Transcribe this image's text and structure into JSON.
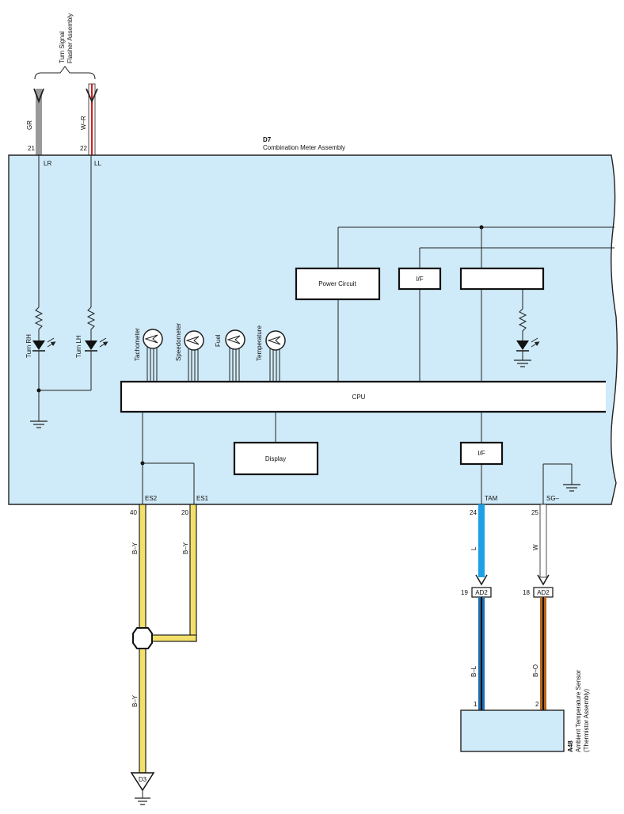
{
  "top_assembly": {
    "line1": "Turn Signal",
    "line2": "Flasher Assembly"
  },
  "wire_colors": {
    "gr": "GR",
    "wr": "W–R",
    "by": "B–Y",
    "l": "L",
    "w": "W",
    "bl": "B–L",
    "bo": "B–O"
  },
  "pin_numbers": {
    "p21": "21",
    "p22": "22",
    "p40": "40",
    "p20": "20",
    "p24": "24",
    "p25": "25",
    "p19": "19",
    "p18": "18",
    "p1": "1",
    "p2": "2"
  },
  "meter": {
    "code": "D7",
    "name": "Combination Meter Assembly",
    "fill_color": "#cfeaf8",
    "terminals": {
      "lr": "LR",
      "ll": "LL",
      "es2": "ES2",
      "es1": "ES1",
      "tam": "TAM",
      "sg": "SG–"
    },
    "blocks": {
      "power": "Power Circuit",
      "if_top": "I/F",
      "if_bottom": "I/F",
      "cpu": "CPU",
      "display": "Display"
    },
    "lamps": {
      "turn_rh": "Turn RH",
      "turn_lh": "Turn LH"
    },
    "gauges": {
      "tach": "Tachometer",
      "speed": "Speedometer",
      "fuel": "Fuel",
      "temp": "Temperature"
    }
  },
  "connectors": {
    "ad2_a": "AD2",
    "ad2_b": "AD2",
    "d3": "D3"
  },
  "sensor": {
    "code": "A48",
    "line1": "Ambient Temperature Sensor",
    "line2": "(Thermistor Assembly)",
    "fill_color": "#cfeaf8"
  },
  "colors": {
    "gray_wire": "#9a9a9a",
    "red_wire": "#d21f1f",
    "yellow_wire": "#f2e06a",
    "blue_wire": "#1ea0e6",
    "brown_wire": "#b5651d",
    "dark_blue_wire": "#1e6fb0"
  }
}
